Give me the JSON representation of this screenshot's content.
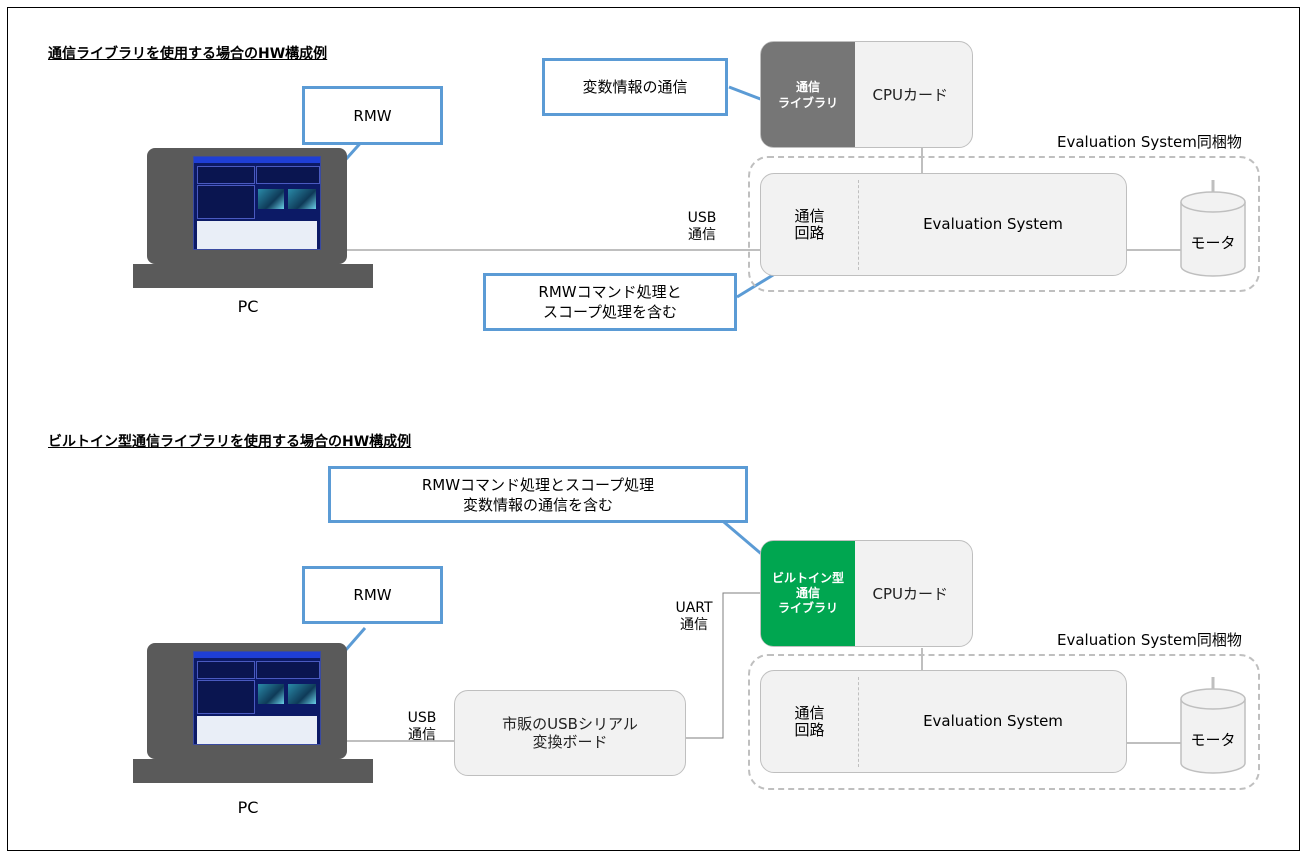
{
  "section1": {
    "title": "通信ライブラリを使用する場合のHW構成例",
    "callout_rmw": "RMW",
    "callout_var": "変数情報の通信",
    "callout_cmd": "RMWコマンド処理と\nスコープ処理を含む",
    "lib_label": "通信\nライブラリ",
    "cpu_label": "CPUカード",
    "bundle_label": "Evaluation System同梱物",
    "comm_circuit": "通信\n回路",
    "eval_system": "Evaluation System",
    "motor": "モータ",
    "usb_label": "USB\n通信",
    "pc_label": "PC"
  },
  "section2": {
    "title": "ビルトイン型通信ライブラリを使用する場合のHW構成例",
    "callout_cmd": "RMWコマンド処理とスコープ処理\n変数情報の通信を含む",
    "callout_rmw": "RMW",
    "lib_label": "ビルトイン型\n通信\nライブラリ",
    "cpu_label": "CPUカード",
    "uart_label": "UART\n通信",
    "bundle_label": "Evaluation System同梱物",
    "usb_board": "市販のUSBシリアル\n変換ボード",
    "usb_label": "USB\n通信",
    "comm_circuit": "通信\n回路",
    "eval_system": "Evaluation System",
    "motor": "モータ",
    "pc_label": "PC"
  },
  "colors": {
    "callout_border": "#5b9bd5",
    "lib_gray": "#767676",
    "lib_green": "#00a650",
    "box_fill": "#f2f2f2",
    "box_border": "#bfbfbf"
  }
}
